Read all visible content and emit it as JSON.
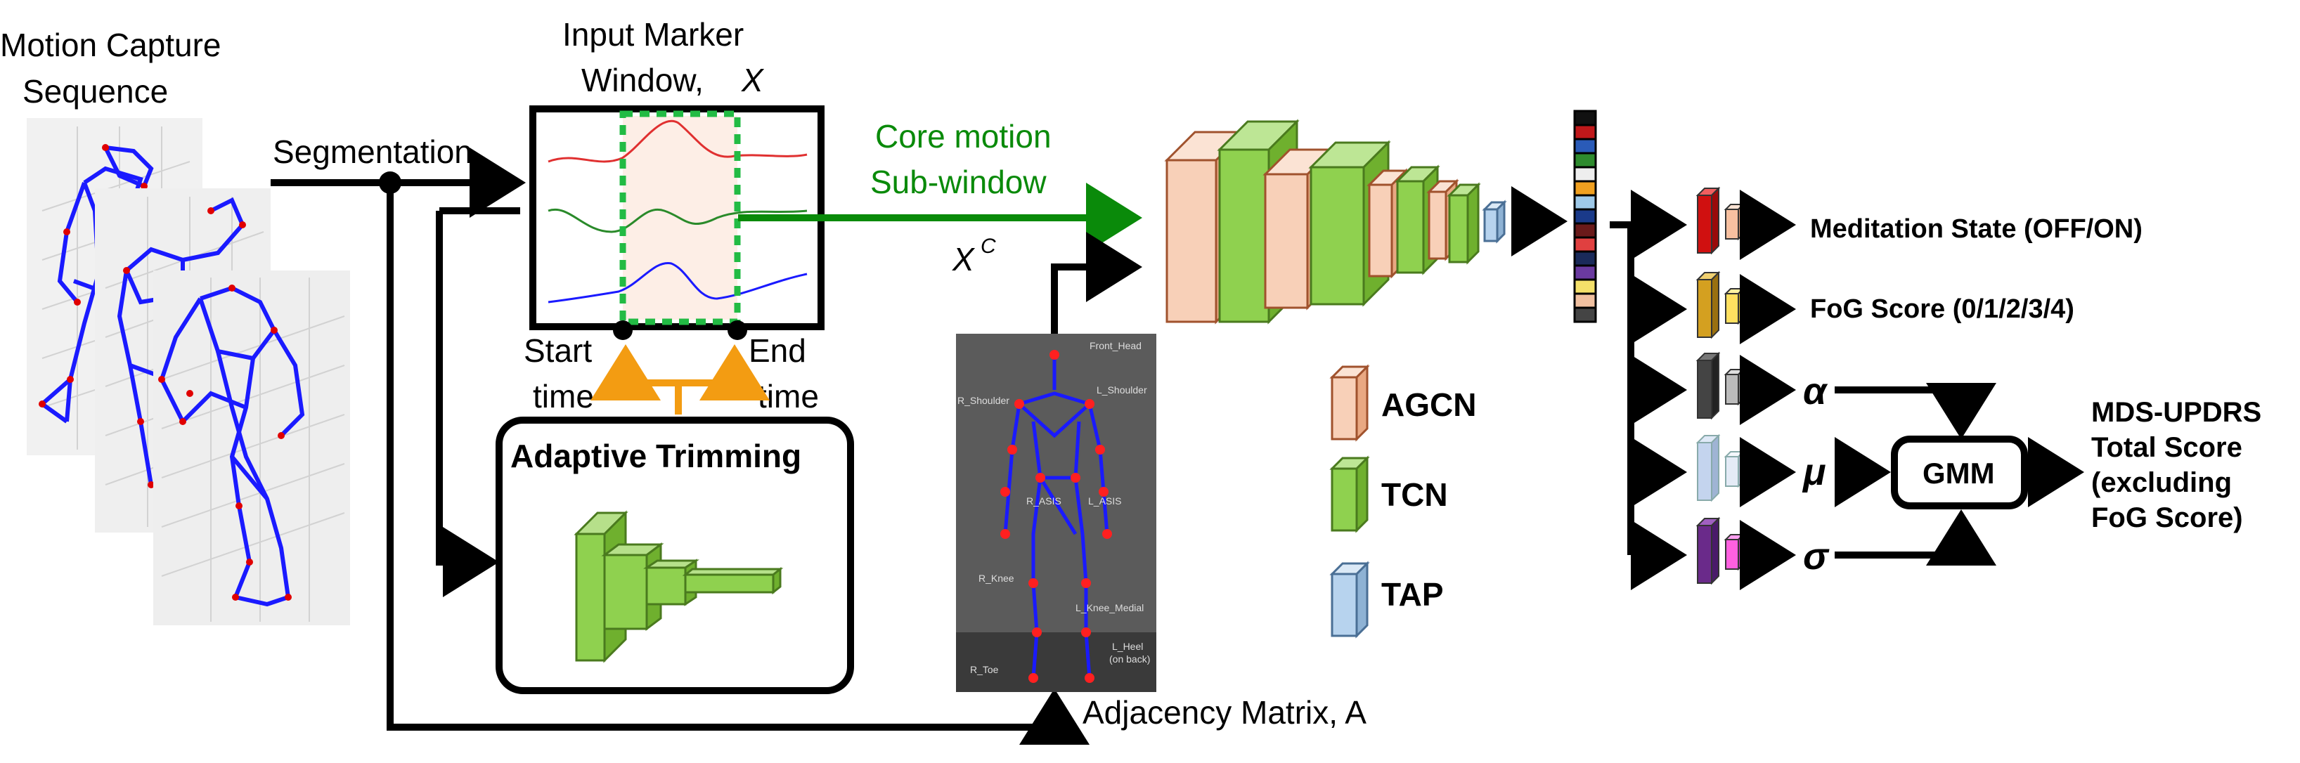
{
  "labels": {
    "mocap_title_line1": "Motion Capture",
    "mocap_title_line2": "Sequence",
    "segmentation": "Segmentation",
    "input_window_line1": "Input Marker",
    "input_window_line2": "Window,",
    "input_window_symbol": "X",
    "start_time_line1": "Start",
    "start_time_line2": "time",
    "end_time_line1": "End",
    "end_time_line2": "time",
    "adaptive_trimming": "Adaptive Trimming",
    "core_motion_line1": "Core motion",
    "core_motion_line2": "Sub-window",
    "core_symbol": "X",
    "core_symbol_sup": "C",
    "adjacency_matrix": "Adjacency Matrix, A",
    "legend_agcn": "AGCN",
    "legend_tcn": "TCN",
    "legend_tap": "TAP",
    "output_medication": "Meditation State (OFF/ON)",
    "output_fog": "FoG Score (0/1/2/3/4)",
    "alpha": "α",
    "mu": "μ",
    "sigma": "σ",
    "gmm": "GMM",
    "updrs_line1": "MDS-UPDRS",
    "updrs_line2": "Total Score",
    "updrs_line3": "(excluding",
    "updrs_line4": "FoG Score)"
  },
  "body_markers": {
    "front_head": "Front_Head",
    "r_shoulder": "R_Shoulder",
    "l_shoulder": "L_Shoulder",
    "r_asis": "R_ASIS",
    "l_asis": "L_ASIS",
    "r_knee": "R_Knee",
    "l_knee_medial": "L_Knee_Medial",
    "l_heel_line1": "L_Heel",
    "l_heel_line2": "(on back)",
    "r_toe": "R_Toe"
  },
  "colors": {
    "agcn_fill": "#f8d0b8",
    "agcn_stroke": "#a0522d",
    "tcn_fill": "#8fd14f",
    "tcn_stroke": "#4a7a1e",
    "tap_fill": "#b7d3ee",
    "tap_stroke": "#4a6f95",
    "core_arrow": "#0a8a0a",
    "trim_arrow": "#f39c12",
    "dashed_window": "#22bb44",
    "skeleton": "#1a1aff",
    "marker": "#e00000"
  },
  "embedding_cells": [
    "#111111",
    "#c0181a",
    "#2a5bb8",
    "#2e8b2e",
    "#eeeeee",
    "#f0a020",
    "#9ec9e8",
    "#1a3a8a",
    "#6a1a1a",
    "#e04040",
    "#1a2a5a",
    "#6a3aa0",
    "#f4e06a",
    "#f0c0a0",
    "#444444"
  ]
}
